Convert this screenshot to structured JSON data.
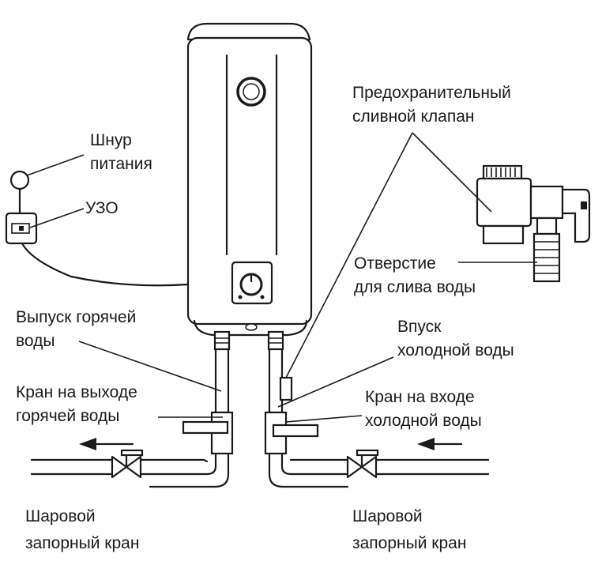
{
  "labels": {
    "power_cord": [
      "Шнур",
      "питания"
    ],
    "rcd": "УЗО",
    "safety_valve": [
      "Предохранительный",
      "сливной клапан"
    ],
    "drain_hole": [
      "Отверстие",
      "для слива воды"
    ],
    "hot_outlet": [
      "Выпуск горячей",
      "воды"
    ],
    "cold_inlet": [
      "Впуск",
      "холодной воды"
    ],
    "hot_tap": [
      "Кран на выходе",
      "горячей воды"
    ],
    "cold_tap": [
      "Кран на входе",
      "холодной воды"
    ],
    "ball_valve_left": [
      "Шаровой",
      "запорный кран"
    ],
    "ball_valve_right": [
      "Шаровой",
      "запорный кран"
    ]
  }
}
